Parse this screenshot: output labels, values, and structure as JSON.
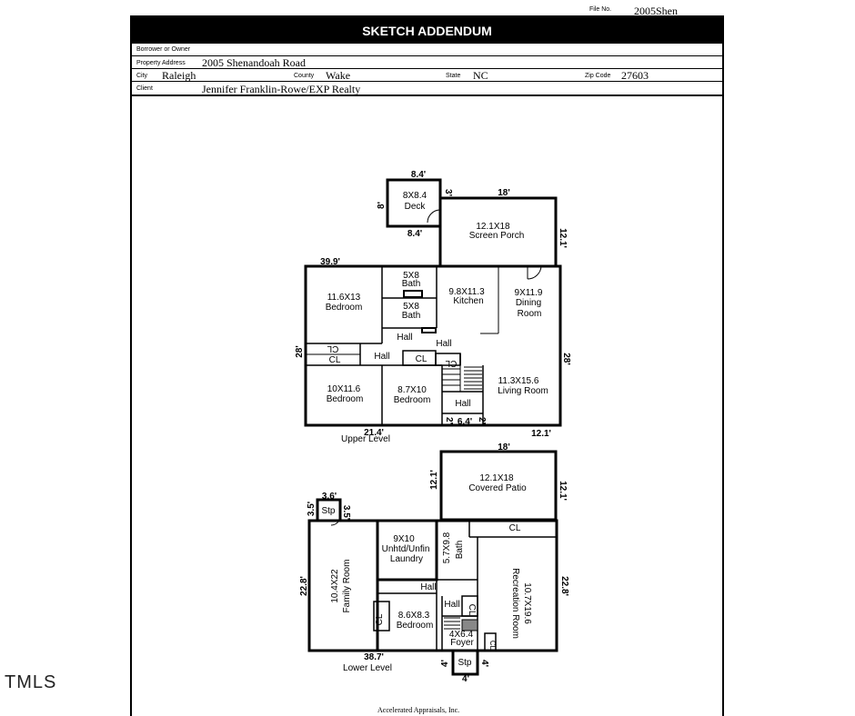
{
  "header": {
    "file_no_label": "File No.",
    "file_no_value": "2005Shen",
    "title": "SKETCH ADDENDUM",
    "borrower_label": "Borrower or Owner",
    "borrower_value": "",
    "address_label": "Property Address",
    "address_value": "2005 Shenandoah Road",
    "city_label": "City",
    "city_value": "Raleigh",
    "county_label": "County",
    "county_value": "Wake",
    "state_label": "State",
    "state_value": "NC",
    "zip_label": "Zip Code",
    "zip_value": "27603",
    "client_label": "Client",
    "client_value": "Jennifer Franklin-Rowe/EXP Realty"
  },
  "upper": {
    "deck_top": "8.4'",
    "deck_left": "8'",
    "deck_bottom": "8.4'",
    "deck_right": "3'",
    "deck_name": "8X8.4",
    "deck_label": "Deck",
    "porch_top": "18'",
    "porch_right": "12.1'",
    "porch_name": "12.1X18",
    "porch_label": "Screen Porch",
    "width_top": "39.9'",
    "left_dim": "28'",
    "right_dim": "28'",
    "bed1_name": "11.6X13",
    "bed1_label": "Bedroom",
    "bath1_name": "5X8",
    "bath1_label": "Bath",
    "bath2_name": "5X8",
    "bath2_label": "Bath",
    "kitchen_name": "9.8X11.3",
    "kitchen_label": "Kitchen",
    "dining_name": "9X11.9",
    "dining_label1": "Dining",
    "dining_label2": "Room",
    "hall1": "Hall",
    "hall2": "Hall",
    "hall3": "Hall",
    "hall4": "Hall",
    "cl1": "CL",
    "cl2": "CL",
    "cl3": "CL",
    "cl4": "CL",
    "bed2_name": "10X11.6",
    "bed2_label": "Bedroom",
    "bed3_name": "8.7X10",
    "bed3_label": "Bedroom",
    "living_name": "11.3X15.6",
    "living_label": "Living Room",
    "bottom_left": "21.4'",
    "bottom_mid": "6.4'",
    "bottom_right": "12.1'",
    "notch_l": "2'",
    "notch_r": "2'",
    "level_label": "Upper Level"
  },
  "lower": {
    "patio_top": "18'",
    "patio_left": "12.1'",
    "patio_right": "12.1'",
    "patio_name": "12.1X18",
    "patio_label": "Covered Patio",
    "stp1_top": "3.6'",
    "stp1_left": "3.5'",
    "stp1_right": "3.5'",
    "stp1_label": "Stp",
    "left_dim": "22.8'",
    "right_dim": "22.8'",
    "family_name": "10.4X22",
    "family_label": "Family Room",
    "laundry_name": "9X10",
    "laundry_label1": "Unhtd/Unfin",
    "laundry_label2": "Laundry",
    "bath_name": "5.7X9.8",
    "bath_label": "Bath",
    "rec_name": "10.7X19.6",
    "rec_label": "Recreation Room",
    "cl_top": "CL",
    "hall1": "Hall",
    "hall2": "Hall",
    "cl_left": "CL",
    "cl_hall": "CL",
    "cl_foyer": "CL",
    "bed_name": "8.6X8.3",
    "bed_label": "Bedroom",
    "foyer_name": "4X6.4",
    "foyer_label": "Foyer",
    "stp2_label": "Stp",
    "stp2_left": "4'",
    "stp2_right": "4'",
    "stp2_bottom": "4'",
    "bottom_dim": "38.7'",
    "level_label": "Lower Level"
  },
  "footer": "Accelerated Appraisals, Inc.",
  "mls_mark": "TMLS"
}
